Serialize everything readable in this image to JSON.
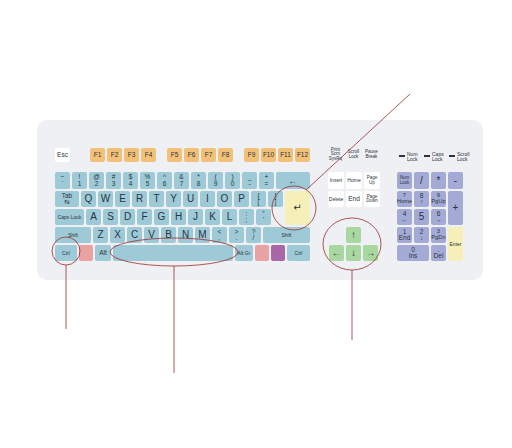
{
  "diagram": {
    "nodes": [
      {
        "text": [
          "Esc"
        ]
      },
      {
        "text": [
          "F1"
        ]
      },
      {
        "text": [
          "F2"
        ]
      },
      {
        "text": [
          "F3"
        ]
      },
      {
        "text": [
          "F4"
        ]
      },
      {
        "text": [
          "F5"
        ]
      },
      {
        "text": [
          "F6"
        ]
      },
      {
        "text": [
          "F7"
        ]
      },
      {
        "text": [
          "F8"
        ]
      },
      {
        "text": [
          "F9"
        ]
      },
      {
        "text": [
          "F10"
        ]
      },
      {
        "text": [
          "F11"
        ]
      },
      {
        "text": [
          "F12"
        ]
      },
      {
        "text": [
          "Print Scrn SysRq"
        ]
      },
      {
        "text": [
          "Scroll Lock"
        ]
      },
      {
        "text": [
          "Pause Break"
        ]
      },
      {
        "text": [
          "~",
          "`"
        ]
      },
      {
        "text": [
          "!",
          "1"
        ]
      },
      {
        "text": [
          "@",
          "2"
        ]
      },
      {
        "text": [
          "#",
          "3"
        ]
      },
      {
        "text": [
          "$",
          "4"
        ]
      },
      {
        "text": [
          "%",
          "5"
        ]
      },
      {
        "text": [
          "^",
          "6"
        ]
      },
      {
        "text": [
          "&",
          "7"
        ]
      },
      {
        "text": [
          "*",
          "8"
        ]
      },
      {
        "text": [
          "(",
          "9"
        ]
      },
      {
        "text": [
          ")",
          "0"
        ]
      },
      {
        "text": [
          "_",
          "-"
        ]
      },
      {
        "text": [
          "+",
          "="
        ]
      },
      {
        "text": [
          "←"
        ]
      },
      {
        "text": [
          "Insert"
        ]
      },
      {
        "text": [
          "Home"
        ]
      },
      {
        "text": [
          "Page Up"
        ]
      },
      {
        "text": [
          "Num Lock"
        ]
      },
      {
        "text": [
          "/"
        ]
      },
      {
        "text": [
          "*"
        ]
      },
      {
        "text": [
          "-"
        ]
      },
      {
        "text": [
          "Tab",
          "⇆"
        ]
      },
      {
        "text": [
          "Q"
        ]
      },
      {
        "text": [
          "W"
        ]
      },
      {
        "text": [
          "E"
        ]
      },
      {
        "text": [
          "R"
        ]
      },
      {
        "text": [
          "T"
        ]
      },
      {
        "text": [
          "Y"
        ]
      },
      {
        "text": [
          "U"
        ]
      },
      {
        "text": [
          "I"
        ]
      },
      {
        "text": [
          "O"
        ]
      },
      {
        "text": [
          "P"
        ]
      },
      {
        "text": [
          "{",
          "["
        ]
      },
      {
        "text": [
          "}",
          "]"
        ]
      },
      {
        "text": [
          "↵"
        ]
      },
      {
        "text": [
          "Delete"
        ]
      },
      {
        "text": [
          "End"
        ]
      },
      {
        "text": [
          "Page Down"
        ]
      },
      {
        "text": [
          "7",
          "Home"
        ]
      },
      {
        "text": [
          "8",
          "↑"
        ]
      },
      {
        "text": [
          "9",
          "PgUp"
        ]
      },
      {
        "text": [
          "+"
        ]
      },
      {
        "text": [
          "Caps Lock"
        ]
      },
      {
        "text": [
          "A"
        ]
      },
      {
        "text": [
          "S"
        ]
      },
      {
        "text": [
          "D"
        ]
      },
      {
        "text": [
          "F"
        ]
      },
      {
        "text": [
          "G"
        ]
      },
      {
        "text": [
          "H"
        ]
      },
      {
        "text": [
          "J"
        ]
      },
      {
        "text": [
          "K"
        ]
      },
      {
        "text": [
          "L"
        ]
      },
      {
        "text": [
          ":",
          ";"
        ]
      },
      {
        "text": [
          "\"",
          "'"
        ]
      },
      {
        "text": [
          "4",
          "←"
        ]
      },
      {
        "text": [
          "5"
        ]
      },
      {
        "text": [
          "6",
          "→"
        ]
      },
      {
        "text": [
          "Shift"
        ]
      },
      {
        "text": [
          "Z"
        ]
      },
      {
        "text": [
          "X"
        ]
      },
      {
        "text": [
          "C"
        ]
      },
      {
        "text": [
          "V"
        ]
      },
      {
        "text": [
          "B"
        ]
      },
      {
        "text": [
          "N"
        ]
      },
      {
        "text": [
          "M"
        ]
      },
      {
        "text": [
          "<",
          ","
        ]
      },
      {
        "text": [
          ">",
          "."
        ]
      },
      {
        "text": [
          "?",
          "/"
        ]
      },
      {
        "text": [
          "Shift"
        ]
      },
      {
        "text": [
          "↑"
        ]
      },
      {
        "text": [
          "1",
          "End"
        ]
      },
      {
        "text": [
          "2",
          "↓"
        ]
      },
      {
        "text": [
          "3",
          "PgDn"
        ]
      },
      {
        "text": [
          "Enter"
        ]
      },
      {
        "text": [
          "Ctrl"
        ]
      },
      {
        "text": [
          "Alt"
        ]
      },
      {
        "text": [
          "Alt Gr"
        ]
      },
      {
        "text": [
          "Ctrl"
        ]
      },
      {
        "text": [
          "←"
        ]
      },
      {
        "text": [
          "↓"
        ]
      },
      {
        "text": [
          "→"
        ]
      },
      {
        "text": [
          "0",
          "Ins"
        ]
      },
      {
        "text": [
          ".",
          "Del"
        ]
      }
    ],
    "labels": [
      "Num Lock",
      "Caps Lock",
      "Scroll Lock"
    ]
  }
}
